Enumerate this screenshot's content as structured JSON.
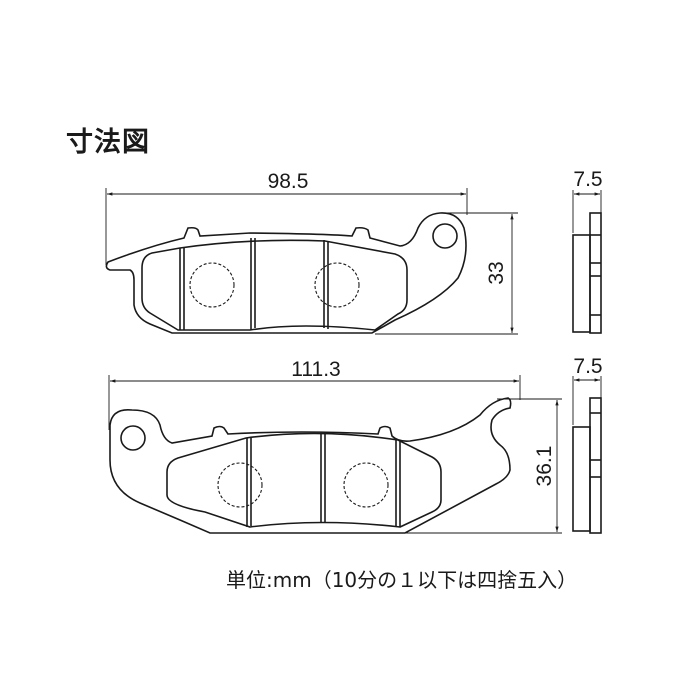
{
  "title": "寸法図",
  "pad_top": {
    "width_label": "98.5",
    "height_label": "33",
    "thickness_label": "7.5"
  },
  "pad_bottom": {
    "width_label": "111.3",
    "height_label": "36.1",
    "thickness_label": "7.5"
  },
  "footer_note": "単位:mm（10分の１以下は四捨五入）"
}
